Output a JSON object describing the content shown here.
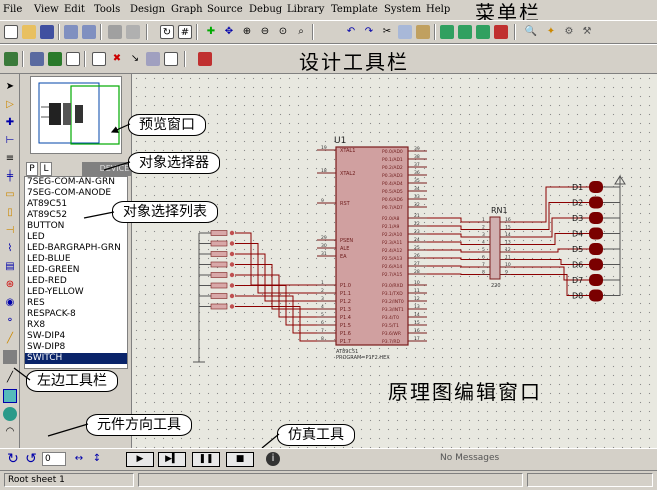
{
  "menu": [
    "File",
    "View",
    "Edit",
    "Tools",
    "Design",
    "Graph",
    "Source",
    "Debug",
    "Library",
    "Template",
    "System",
    "Help"
  ],
  "labels": {
    "menubar": "菜单栏",
    "design_toolbar": "设计工具栏",
    "preview": "预览窗口",
    "object_selector": "对象选择器",
    "object_list": "对象选择列表",
    "left_toolbar": "左边工具栏",
    "orientation": "元件方向工具",
    "simulation": "仿真工具",
    "schematic": "原理图编辑窗口"
  },
  "selector": {
    "p_tab": "P",
    "l_tab": "L",
    "devices": "DEVICES",
    "items": [
      "7SEG-COM-AN-GRN",
      "7SEG-COM-ANODE",
      "AT89C51",
      "AT89C52",
      "BUTTON",
      "LED",
      "LED-BARGRAPH-GRN",
      "LED-BLUE",
      "LED-GREEN",
      "LED-RED",
      "LED-YELLOW",
      "RES",
      "RESPACK-8",
      "RX8",
      "SW-DIP4",
      "SW-DIP8",
      "SWITCH"
    ],
    "selected": "SWITCH"
  },
  "schematic": {
    "mcu_ref": "U1",
    "mcu_left_pins": [
      "XTAL1",
      "XTAL2",
      "RST",
      "PSEN",
      "ALE",
      "EA",
      "P1.0",
      "P1.1",
      "P1.2",
      "P1.3",
      "P1.4",
      "P1.5",
      "P1.6",
      "P1.7"
    ],
    "mcu_left_nums": [
      "19",
      "18",
      "9",
      "29",
      "30",
      "31",
      "1",
      "2",
      "3",
      "4",
      "5",
      "6",
      "7",
      "8"
    ],
    "mcu_right_pins": [
      "P0.0/AD0",
      "P0.1/AD1",
      "P0.2/AD2",
      "P0.3/AD3",
      "P0.4/AD4",
      "P0.5/AD5",
      "P0.6/AD6",
      "P0.7/AD7",
      "P2.0/A8",
      "P2.1/A9",
      "P2.2/A10",
      "P2.3/A11",
      "P2.4/A12",
      "P2.5/A13",
      "P2.6/A14",
      "P2.7/A15",
      "P3.0/RXD",
      "P3.1/TXD",
      "P3.2/INT0",
      "P3.3/INT1",
      "P3.4/T0",
      "P3.5/T1",
      "P3.6/WR",
      "P3.7/RD"
    ],
    "mcu_right_nums": [
      "39",
      "38",
      "37",
      "36",
      "35",
      "34",
      "33",
      "32",
      "21",
      "22",
      "23",
      "24",
      "25",
      "26",
      "27",
      "28",
      "10",
      "11",
      "12",
      "13",
      "14",
      "15",
      "16",
      "17"
    ],
    "mcu_part": "AT89C51",
    "mcu_program": "PROGRAM=P1F2.HEX",
    "rn_ref": "RN1",
    "rn_left_nums": [
      "1",
      "2",
      "3",
      "4",
      "5",
      "6",
      "7",
      "8"
    ],
    "rn_right_nums": [
      "16",
      "15",
      "14",
      "13",
      "12",
      "11",
      "10",
      "9"
    ],
    "rn_value": "220",
    "leds": [
      "D1",
      "D2",
      "D3",
      "D4",
      "D5",
      "D6",
      "D7",
      "D8"
    ]
  },
  "rotation_value": "0",
  "status_messages": "No Messages",
  "status_sheet": "Root sheet 1",
  "colors": {
    "wire": "#8b0000",
    "pin_text": "#6d1a1a",
    "component": "#7a1c1c",
    "led": "#7a0000",
    "callout_arrow": "#000000"
  }
}
